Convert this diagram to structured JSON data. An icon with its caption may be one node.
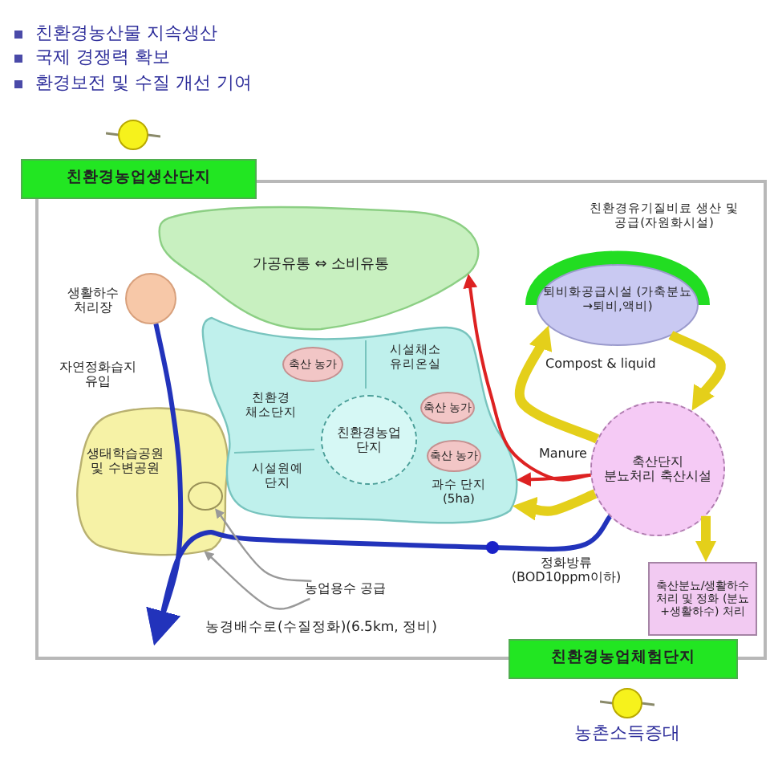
{
  "diagram": {
    "nodes": [
      {
        "text": [
          "친환경농업생산단지"
        ]
      },
      {
        "text": [
          "가공유통 ⇔ 소비유통"
        ]
      },
      {
        "text": [],
        "shape": "circle",
        "beside": [
          "생활하수 처리장"
        ]
      },
      {
        "text": [
          "생태학습공원 및 수변공원"
        ]
      },
      {
        "text": [],
        "shape": "box"
      },
      {
        "text": [
          "축산 농가"
        ],
        "in": 4
      },
      {
        "text": [
          "친환경 채소단지"
        ],
        "in": 4
      },
      {
        "text": [
          "시설원예 단지"
        ],
        "in": 4
      },
      {
        "text": [
          "친환경농업 단지"
        ],
        "in": 4
      },
      {
        "text": [
          "시설채소 유리온실"
        ],
        "in": 4
      },
      {
        "text": [
          "축산 농가"
        ],
        "in": 4
      },
      {
        "text": [
          "축산 농가"
        ],
        "in": 4
      },
      {
        "text": [
          "과수 단지(5ha)"
        ],
        "in": 4
      },
      {
        "text": [
          "퇴비화공급시설 (가축분뇨→퇴비,액비)"
        ],
        "beside": [
          "친환경유기질비료 생산 및 공급(자원화시설)"
        ]
      },
      {
        "text": [
          "축산단지",
          "분뇨처리 축산시설"
        ]
      },
      {
        "text": [
          "축산분뇨/생활하수 처리 및 정화 (분뇨+생활하수) 처리"
        ]
      },
      {
        "text": [
          "농업용수 공급"
        ]
      },
      {
        "text": [
          "친환경농업체험단지"
        ]
      },
      {
        "text": [],
        "shape": "circle",
        "in": 3
      }
    ],
    "edges": [
      {
        "from": 2,
        "to": null,
        "arrow": "to",
        "color": "#2233bb"
      },
      {
        "from": 14,
        "to": null,
        "arrow": "to",
        "label": "정화방류 (BOD10ppm이하)",
        "color": "#2233bb"
      },
      {
        "from": 14,
        "to": 1,
        "arrow": "to",
        "color": "#dd2222"
      },
      {
        "from": 14,
        "to": 4,
        "arrow": "to",
        "color": "#dd2222"
      },
      {
        "from": 13,
        "to": 14,
        "arrow": "to",
        "style": "thick"
      },
      {
        "from": 14,
        "to": 13,
        "arrow": "to",
        "style": "thick"
      },
      {
        "from": 14,
        "to": 4,
        "arrow": "to",
        "style": "thick"
      },
      {
        "from": 14,
        "to": 15,
        "arrow": "to",
        "style": "thick"
      },
      {
        "from": 16,
        "to": 18,
        "arrow": "to",
        "color": "#999999"
      },
      {
        "from": 16,
        "to": 3,
        "arrow": "to",
        "color": "#999999"
      }
    ],
    "labels": [
      "친환경농산물 지속생산",
      "국제 경쟁력 확보",
      "환경보전 및 수질 개선 기여",
      "자연정화습지 유입",
      "Compost & liquid",
      "Manure",
      "농경배수로(수질정화)(6.5km, 정비)",
      "농촌소득증대"
    ]
  }
}
